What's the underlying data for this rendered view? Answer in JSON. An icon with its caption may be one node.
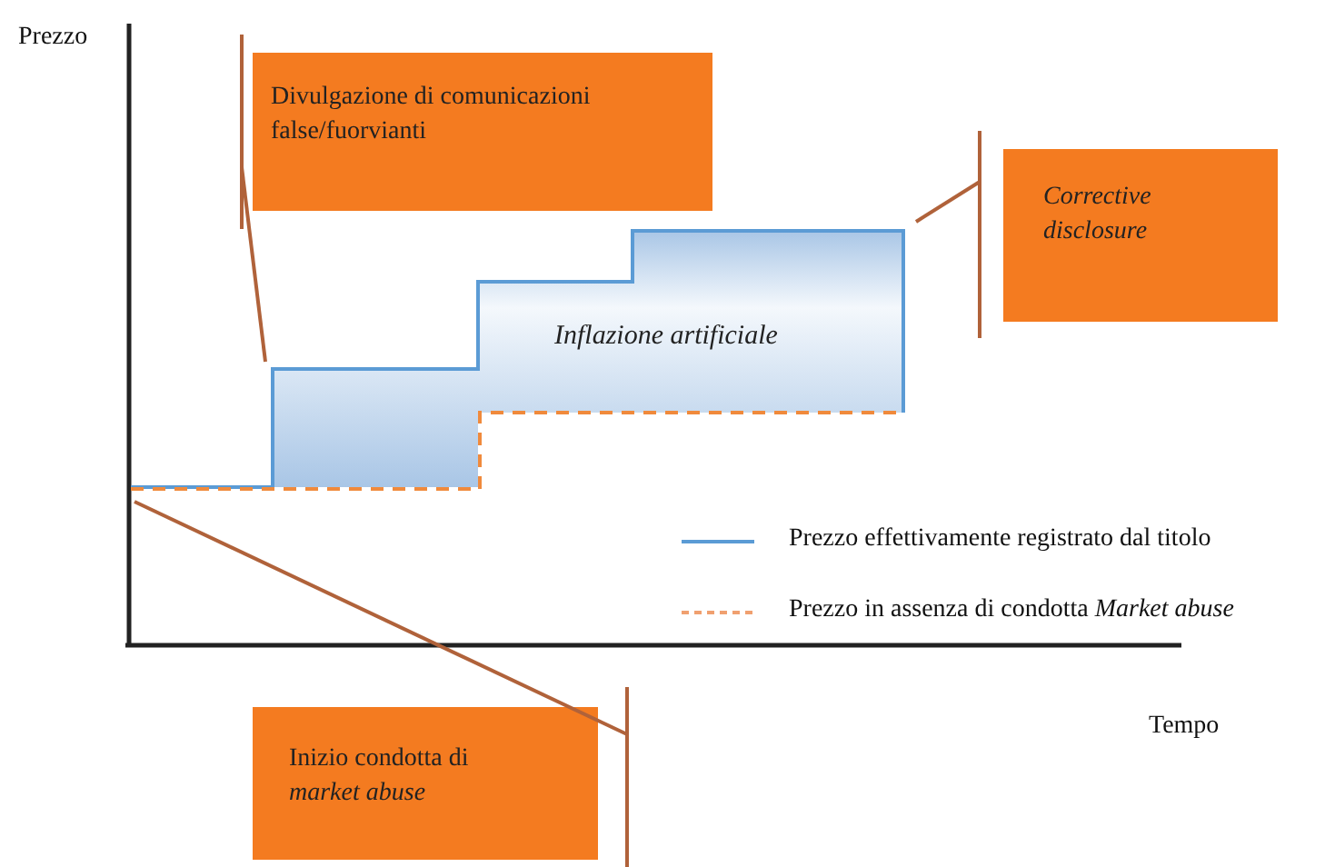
{
  "diagram": {
    "nodes": [
      {
        "text": [
          "Divulgazione di comunicazioni false/fuorvianti"
        ]
      },
      {
        "text": [
          "Corrective disclosure"
        ]
      },
      {
        "text": [
          "Inflazione artificiale"
        ]
      },
      {
        "text": [
          "Inizio condotta di *market abuse*"
        ]
      }
    ],
    "edges": [
      {
        "from": 0,
        "to": 2,
        "arrow": "none"
      },
      {
        "from": 1,
        "to": 2,
        "arrow": "none"
      },
      {
        "from": 3,
        "to": 2,
        "arrow": "none"
      }
    ],
    "labels": [
      "Prezzo",
      "Tempo"
    ],
    "legend": [
      {
        "text": "Prezzo effettivamente registrato dal titolo"
      },
      {
        "text": "Prezzo in assenza di condotta *Market abuse*"
      }
    ]
  }
}
